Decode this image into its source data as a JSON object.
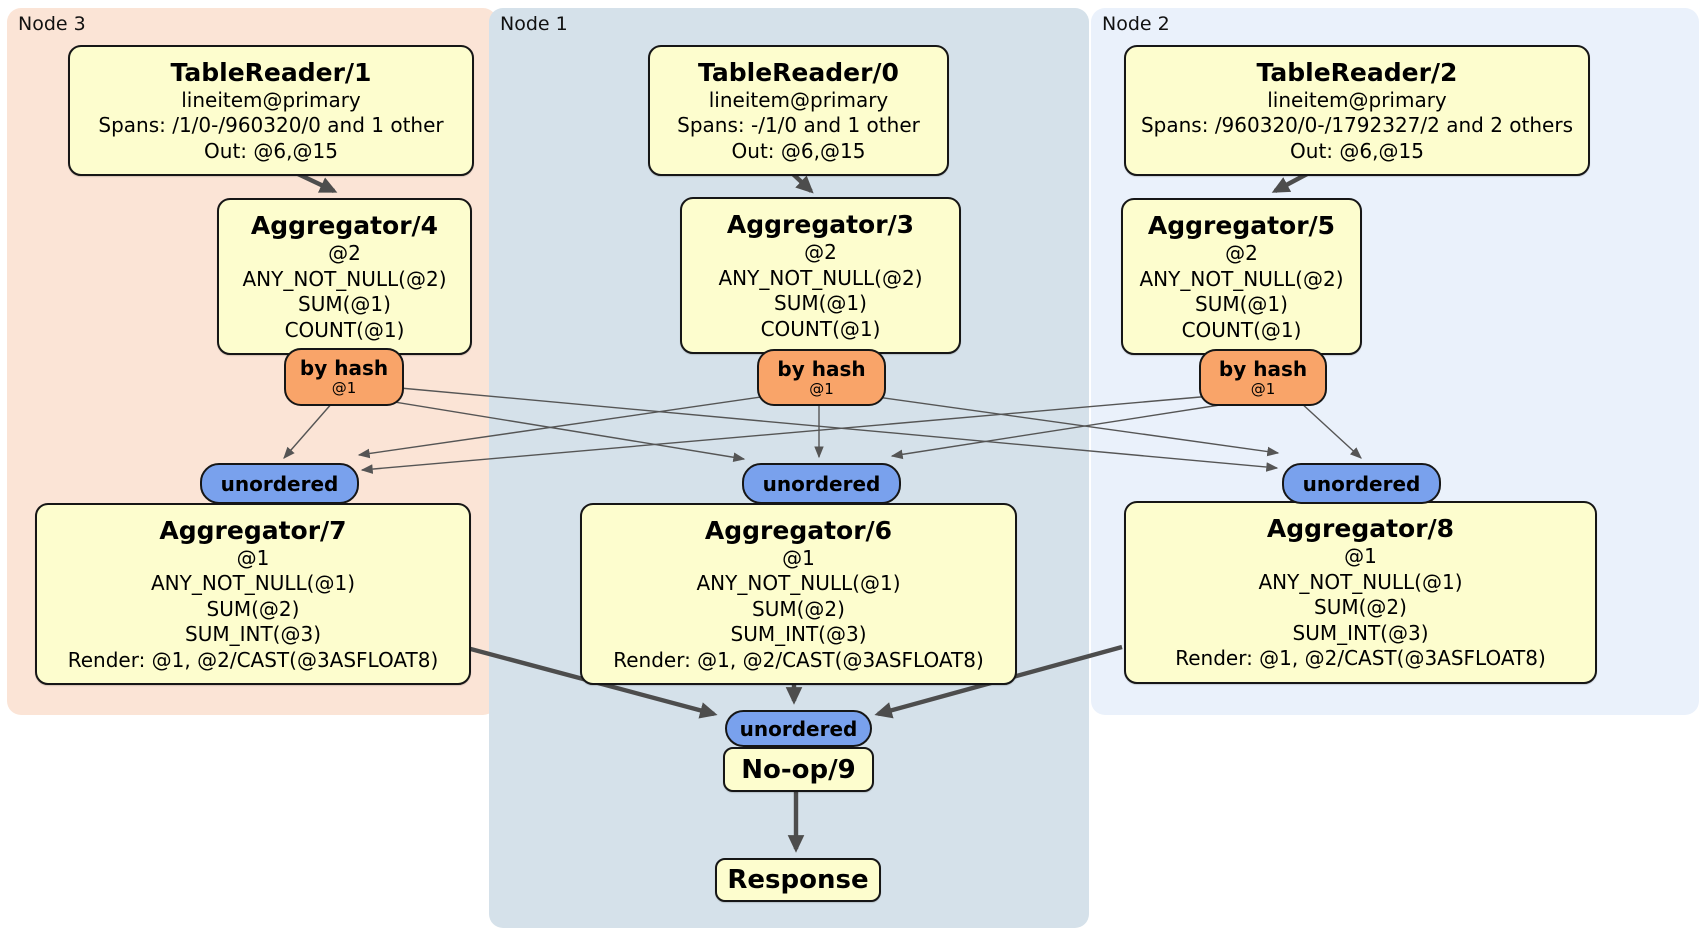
{
  "colors": {
    "node3_bg": "#fbe4d6",
    "node1_bg": "#d5e1ea",
    "node2_bg": "#eaf1fb",
    "processor_fill": "#fdfdce",
    "router_fill": "#f9a469",
    "sync_fill": "#79a1ed",
    "edge_thin": "#555555",
    "edge_thick": "#4d4d4d"
  },
  "regions": {
    "node3": {
      "label": "Node 3"
    },
    "node1": {
      "label": "Node 1"
    },
    "node2": {
      "label": "Node 2"
    }
  },
  "processors": {
    "tr1": {
      "title": "TableReader/1",
      "lines": [
        "lineitem@primary",
        "Spans: /1/0-/960320/0 and 1 other",
        "Out: @6,@15"
      ]
    },
    "tr0": {
      "title": "TableReader/0",
      "lines": [
        "lineitem@primary",
        "Spans: -/1/0 and 1 other",
        "Out: @6,@15"
      ]
    },
    "tr2": {
      "title": "TableReader/2",
      "lines": [
        "lineitem@primary",
        "Spans: /960320/0-/1792327/2 and 2 others",
        "Out: @6,@15"
      ]
    },
    "agg4": {
      "title": "Aggregator/4",
      "lines": [
        "@2",
        "ANY_NOT_NULL(@2)",
        "SUM(@1)",
        "COUNT(@1)"
      ]
    },
    "agg3": {
      "title": "Aggregator/3",
      "lines": [
        "@2",
        "ANY_NOT_NULL(@2)",
        "SUM(@1)",
        "COUNT(@1)"
      ]
    },
    "agg5": {
      "title": "Aggregator/5",
      "lines": [
        "@2",
        "ANY_NOT_NULL(@2)",
        "SUM(@1)",
        "COUNT(@1)"
      ]
    },
    "agg7": {
      "title": "Aggregator/7",
      "lines": [
        "@1",
        "ANY_NOT_NULL(@1)",
        "SUM(@2)",
        "SUM_INT(@3)",
        "Render: @1, @2/CAST(@3ASFLOAT8)"
      ]
    },
    "agg6": {
      "title": "Aggregator/6",
      "lines": [
        "@1",
        "ANY_NOT_NULL(@1)",
        "SUM(@2)",
        "SUM_INT(@3)",
        "Render: @1, @2/CAST(@3ASFLOAT8)"
      ]
    },
    "agg8": {
      "title": "Aggregator/8",
      "lines": [
        "@1",
        "ANY_NOT_NULL(@1)",
        "SUM(@2)",
        "SUM_INT(@3)",
        "Render: @1, @2/CAST(@3ASFLOAT8)"
      ]
    },
    "noop": {
      "title": "No-op/9"
    },
    "response": {
      "title": "Response"
    }
  },
  "routers": {
    "r4": {
      "label": "by hash",
      "detail": "@1"
    },
    "r3": {
      "label": "by hash",
      "detail": "@1"
    },
    "r5": {
      "label": "by hash",
      "detail": "@1"
    }
  },
  "syncs": {
    "s7": {
      "label": "unordered"
    },
    "s6": {
      "label": "unordered"
    },
    "s8": {
      "label": "unordered"
    },
    "s9": {
      "label": "unordered"
    }
  }
}
